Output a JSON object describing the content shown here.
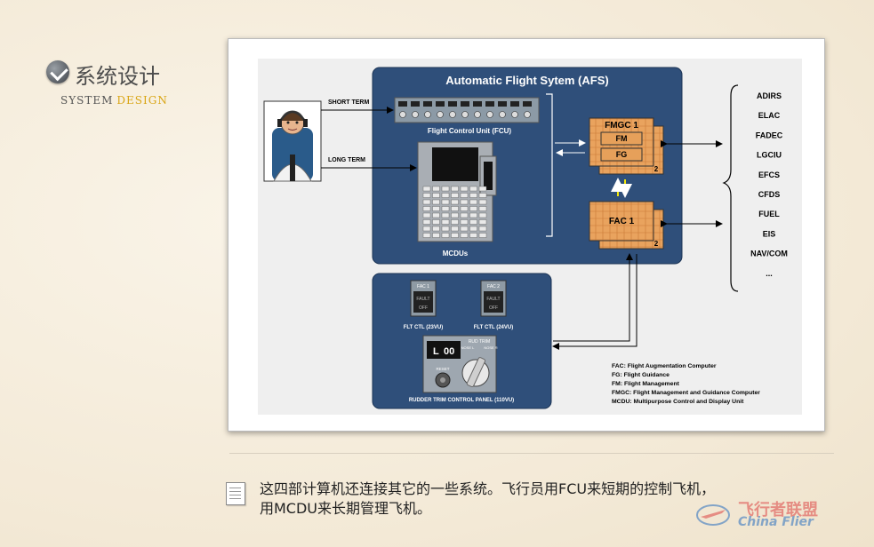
{
  "header": {
    "cn_title": "系统设计",
    "en_title_1": "SYSTEM",
    "en_title_2": "DESIGN"
  },
  "diagram": {
    "afs_title": "Automatic Flight Sytem (AFS)",
    "short_term": "SHORT TERM",
    "long_term": "LONG TERM",
    "fcu_label": "Flight Control Unit (FCU)",
    "mcdu_label": "MCDUs",
    "fmgc_title": "FMGC 1",
    "fm": "FM",
    "fg": "FG",
    "fmgc_num": "2",
    "fac_title": "FAC 1",
    "fac_num": "2",
    "systems": [
      "ADIRS",
      "ELAC",
      "FADEC",
      "LGCIU",
      "EFCS",
      "CFDS",
      "FUEL",
      "EIS",
      "NAV/COM",
      "..."
    ],
    "fac1_head": "FAC 1",
    "fac2_head": "FAC 2",
    "fault": "FAULT",
    "off": "OFF",
    "flt_ctl_1": "FLT CTL (23VU)",
    "flt_ctl_2": "FLT CTL (24VU)",
    "rudder_display_l": "L",
    "rudder_display_val": "00",
    "rud_trim": "RUD TRIM",
    "nose_l": "NOSE L",
    "nose_r": "NOSE R",
    "reset": "RESET",
    "rudder_panel": "RUDDER TRIM CONTROL PANEL (110VU)",
    "legend": [
      "FAC: Flight Augmentation Computer",
      "FG: Flight Guidance",
      "FM: Flight Management",
      "FMGC: Flight Management and Guidance Computer",
      "MCDU: Multipurpose Control and Display Unit"
    ]
  },
  "caption": {
    "line1": "这四部计算机还连接其它的一些系统。飞行员用FCU来短期的控制飞机，",
    "line2": "用MCDU来长期管理飞机。"
  },
  "watermark": {
    "cn": "飞行者联盟",
    "en": "China Flier"
  },
  "colors": {
    "panel_blue": "#2f4f7a",
    "accent_gold": "#d9a514",
    "computer_orange": "#e8a866"
  }
}
